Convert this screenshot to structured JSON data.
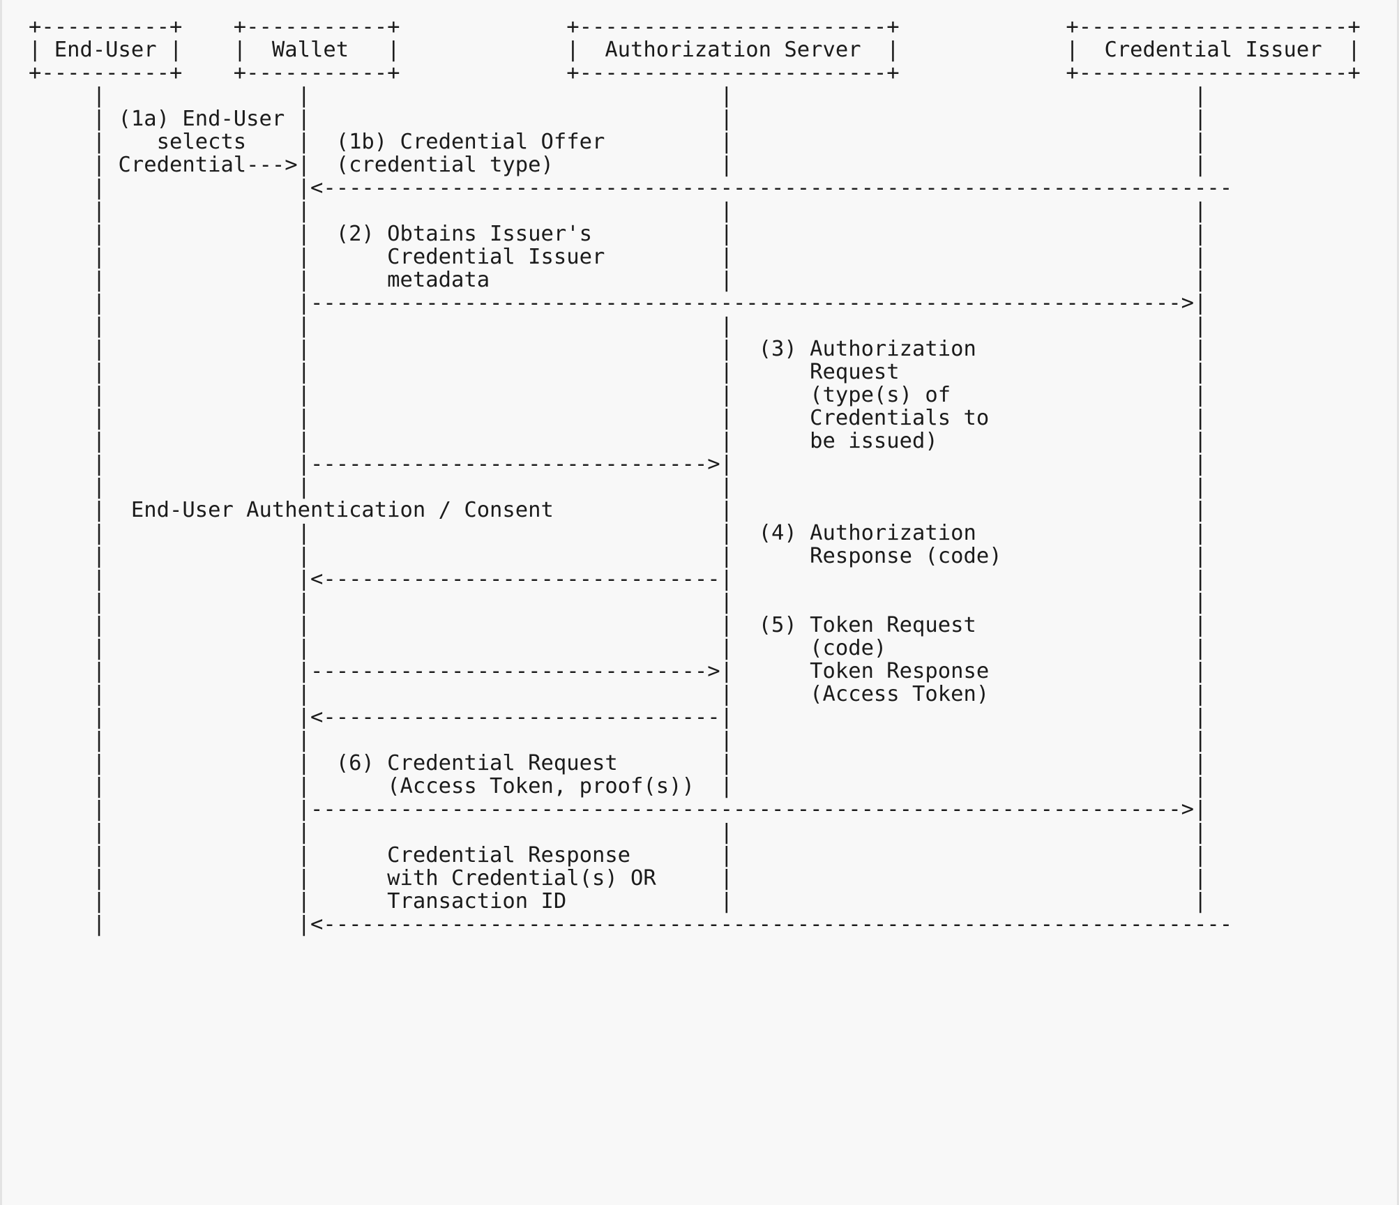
{
  "figure": {
    "kind": "ascii-sequence-diagram",
    "title": "Credential Issuance Flow",
    "colors": {
      "page_background": "#ffffff",
      "code_background": "#f8f8f8",
      "code_border": "#e3e3e3",
      "text": "#1b1b1b"
    },
    "participants": [
      {
        "id": "end-user",
        "label": "End-User",
        "box_width_chars": 12
      },
      {
        "id": "wallet",
        "label": "Wallet",
        "box_width_chars": 13
      },
      {
        "id": "authorization-server",
        "label": "Authorization Server",
        "box_width_chars": 26
      },
      {
        "id": "credential-issuer",
        "label": "Credential Issuer",
        "box_width_chars": 23,
        "clipped_right": true
      }
    ],
    "steps": [
      {
        "id": "1a",
        "number": "(1a)",
        "lane": "end-user",
        "lines": [
          "(1a) End-User",
          "selects",
          "Credential--->"
        ],
        "arrow": "End-User to Wallet (inline --->)"
      },
      {
        "id": "1b",
        "number": "(1b)",
        "lane": "wallet",
        "lines": [
          "(1b) Credential Offer",
          "(credential type)"
        ],
        "arrow": "Credential Issuer to Wallet (<-----)"
      },
      {
        "id": "2",
        "number": "(2)",
        "lane": "wallet",
        "lines": [
          "(2) Obtains Issuer's",
          "Credential Issuer",
          "metadata"
        ],
        "arrow": "Wallet to Credential Issuer (----->)"
      },
      {
        "id": "3",
        "number": "(3)",
        "lane": "authorization-server",
        "lines": [
          "(3) Authorization",
          "Request",
          "(type(s) of",
          "Credentials to",
          "be issued)"
        ],
        "arrow": "Wallet to Authorization Server (----->)"
      },
      {
        "id": "auth-consent",
        "number": "",
        "lane": "end-user",
        "lines": [
          "End-User Authentication / Consent"
        ],
        "arrow": ""
      },
      {
        "id": "4",
        "number": "(4)",
        "lane": "authorization-server",
        "lines": [
          "(4) Authorization",
          "Response (code)"
        ],
        "arrow": "Authorization Server to Wallet (<-----)"
      },
      {
        "id": "5",
        "number": "(5)",
        "lane": "authorization-server",
        "lines": [
          "(5) Token Request",
          "(code)",
          "Token Response",
          "(Access Token)"
        ],
        "arrow": "Wallet to Authorization Server (----->) then Authorization Server to Wallet (<-----)"
      },
      {
        "id": "6",
        "number": "(6)",
        "lane": "wallet",
        "lines": [
          "(6) Credential Request",
          "(Access Token, proof(s))"
        ],
        "arrow": "Wallet to Credential Issuer (----->)"
      },
      {
        "id": "credential-response",
        "number": "",
        "lane": "wallet",
        "lines": [
          "Credential Response",
          "with Credential(s) OR",
          "Transaction ID"
        ],
        "arrow": "Credential Issuer to Wallet (<-----)"
      }
    ],
    "art": "+----------+    +-----------+             +------------------------+             +---------------------+\n| End-User |    |  Wallet   |             |  Authorization Server  |             |  Credential Issuer  |\n+----------+    +-----------+             +------------------------+             +---------------------+\n     |               |                                |                                    |\n     | (1a) End-User |                                |                                    |\n     |    selects    |  (1b) Credential Offer         |                                    |\n     | Credential--->|  (credential type)             |                                    |\n     |               |<-----------------------------------------------------------------------\n     |               |                                |                                    |\n     |               |  (2) Obtains Issuer's          |                                    |\n     |               |      Credential Issuer         |                                    |\n     |               |      metadata                  |                                    |\n     |               |-------------------------------------------------------------------->|\n     |               |                                |                                    |\n     |               |                                |  (3) Authorization                 |\n     |               |                                |      Request                       |\n     |               |                                |      (type(s) of                   |\n     |               |                                |      Credentials to                |\n     |               |                                |      be issued)                    |\n     |               |------------------------------->|                                    |\n     |               |                                |                                    |\n     |  End-User Authentication / Consent             |                                    |\n     |               |                                |  (4) Authorization                 |\n     |               |                                |      Response (code)               |\n     |               |<-------------------------------|                                    |\n     |               |                                |                                    |\n     |               |                                |  (5) Token Request                 |\n     |               |                                |      (code)                        |\n     |               |------------------------------->|      Token Response                |\n     |               |                                |      (Access Token)                |\n     |               |<-------------------------------|                                    |\n     |               |                                |                                    |\n     |               |  (6) Credential Request        |                                    |\n     |               |      (Access Token, proof(s))  |                                    |\n     |               |-------------------------------------------------------------------->|\n     |               |                                |                                    |\n     |               |      Credential Response       |                                    |\n     |               |      with Credential(s) OR     |                                    |\n     |               |      Transaction ID            |                                    |\n     |               |<-----------------------------------------------------------------------"
  }
}
